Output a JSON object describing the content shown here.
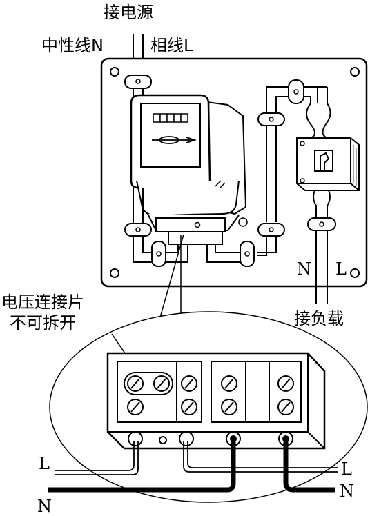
{
  "labels": {
    "power_source": "接电源",
    "neutral_wire": "中性线N",
    "phase_wire": "相线L",
    "voltage_strip_line1": "电压连接片",
    "voltage_strip_line2": "不可拆开",
    "load": "接负载",
    "board_n": "N",
    "board_l": "L",
    "bottom_l_left": "L",
    "bottom_l_right": "L",
    "bottom_n_left": "N",
    "bottom_n_right": "N"
  }
}
